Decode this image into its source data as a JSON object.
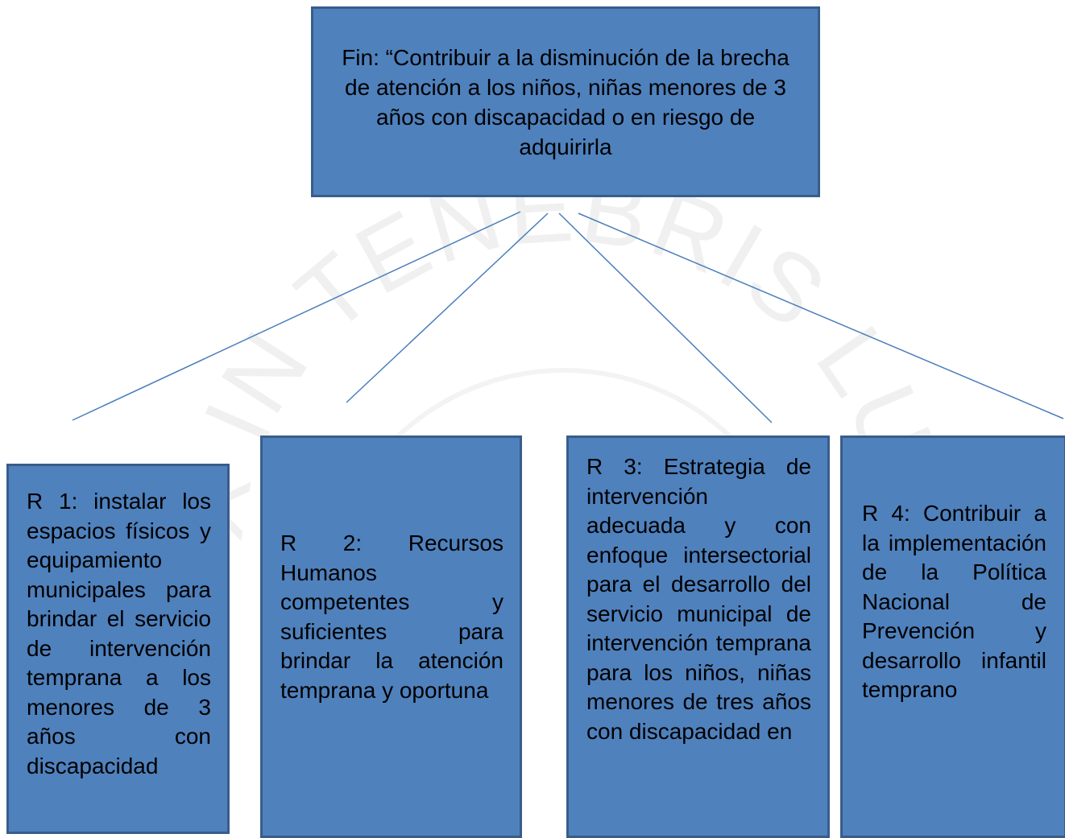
{
  "fin": {
    "text": "Fin: “Contribuir a la disminución de la brecha de atención a los niños, niñas menores de 3 años con discapacidad o en riesgo de adquirirla"
  },
  "results": [
    {
      "text": "R 1: instalar los espacios físicos y equipamiento municipales para brindar el servicio de intervención temprana a los menores de 3 años con discapacidad"
    },
    {
      "text": "R 2: Recursos Humanos competentes y suficientes para brindar la atención temprana y oportuna"
    },
    {
      "text": "R 3: Estrategia de intervención adecuada y con enfoque intersectorial para el desarrollo del servicio municipal de intervención temprana para los niños, niñas menores de tres años con discapacidad en"
    },
    {
      "text": "R 4: Contribuir a la implementación de la Política Nacional de Prevención y desarrollo infantil temprano"
    }
  ],
  "watermark": {
    "text": "LUX IN TENEBRIS LUCET"
  },
  "colors": {
    "box_fill": "#4f81bd",
    "box_border": "#385d8a",
    "connector": "#4a7ebb"
  }
}
